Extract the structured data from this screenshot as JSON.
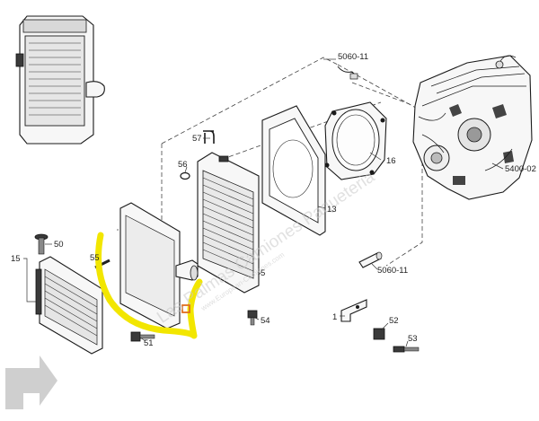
{
  "callouts": {
    "c5060_top": "5060-11",
    "c5400": "5400-02",
    "c57": "57",
    "c16": "16",
    "c56": "56",
    "c13": "13",
    "c50": "50",
    "c15": "15",
    "c55": "55",
    "c5": "5",
    "c5060_mid": "5060-11",
    "c1": "1",
    "c54": "54",
    "c52": "52",
    "c51": "51",
    "c53": "53"
  },
  "watermark": {
    "main": "Las Palmas Camiones Paqueteria",
    "sub": "www.European-Camiones.com"
  },
  "colors": {
    "highlight": "#f2e600",
    "ring_marker": "#e07020",
    "line": "#1a1a1a"
  }
}
